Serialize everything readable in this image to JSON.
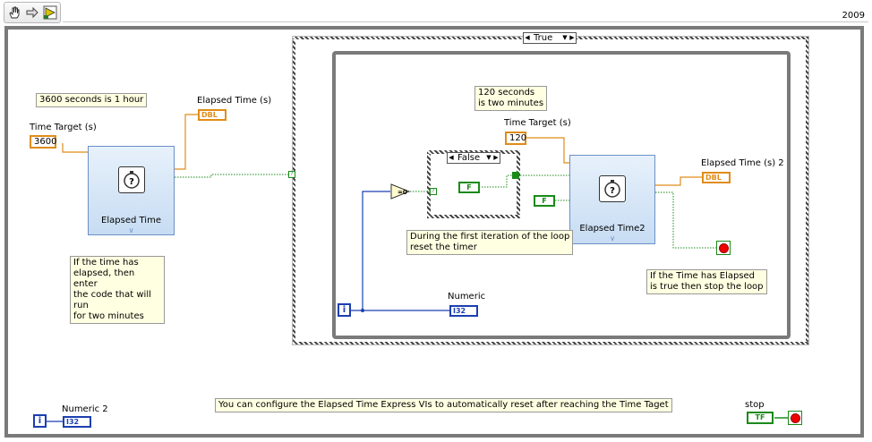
{
  "toolbar": {
    "version": "2009",
    "icons": [
      "hand-icon",
      "arrow-right-icon",
      "run-arrow-icon"
    ]
  },
  "colors": {
    "orange_wire": "#e08c18",
    "blue_wire": "#1c3fb0",
    "green_wire": "#1a8a1a",
    "note_bg": "#ffffe1",
    "structure_gray": "#7a7a7a"
  },
  "outer": {
    "note_hour": "3600 seconds is 1 hour",
    "time_target_label": "Time Target (s)",
    "time_target_value": "3600",
    "elapsed_label": "Elapsed Time (s)",
    "elapsed_type": "DBL",
    "express_title": "Elapsed Time",
    "note_elapsed": "If the time has\nelapsed, then enter\nthe code that will run\nfor two minutes",
    "numeric2_label": "Numeric 2",
    "numeric2_type": "I32",
    "iter": "i",
    "bottom_note": "You can configure the Elapsed Time Express VIs to automatically reset after reaching the Time Taget",
    "stop_label": "stop",
    "stop_type": "TF"
  },
  "case_true": {
    "selector": "True",
    "note_minutes": "120 seconds\nis two minutes",
    "time_target_label": "Time Target (s)",
    "time_target_value": "120",
    "express_title": "Elapsed Time2",
    "elapsed_label": "Elapsed Time (s) 2",
    "elapsed_type": "DBL",
    "numeric_label": "Numeric",
    "numeric_type": "I32",
    "iter": "i",
    "note_first_iter": "During the first iteration of the loop\nreset the timer",
    "note_stop": "If the Time has Elapsed\nis true then stop the loop",
    "bool_const": "F",
    "compare_symbol": "=0"
  },
  "case_false": {
    "selector": "False",
    "bool_const": "F"
  }
}
